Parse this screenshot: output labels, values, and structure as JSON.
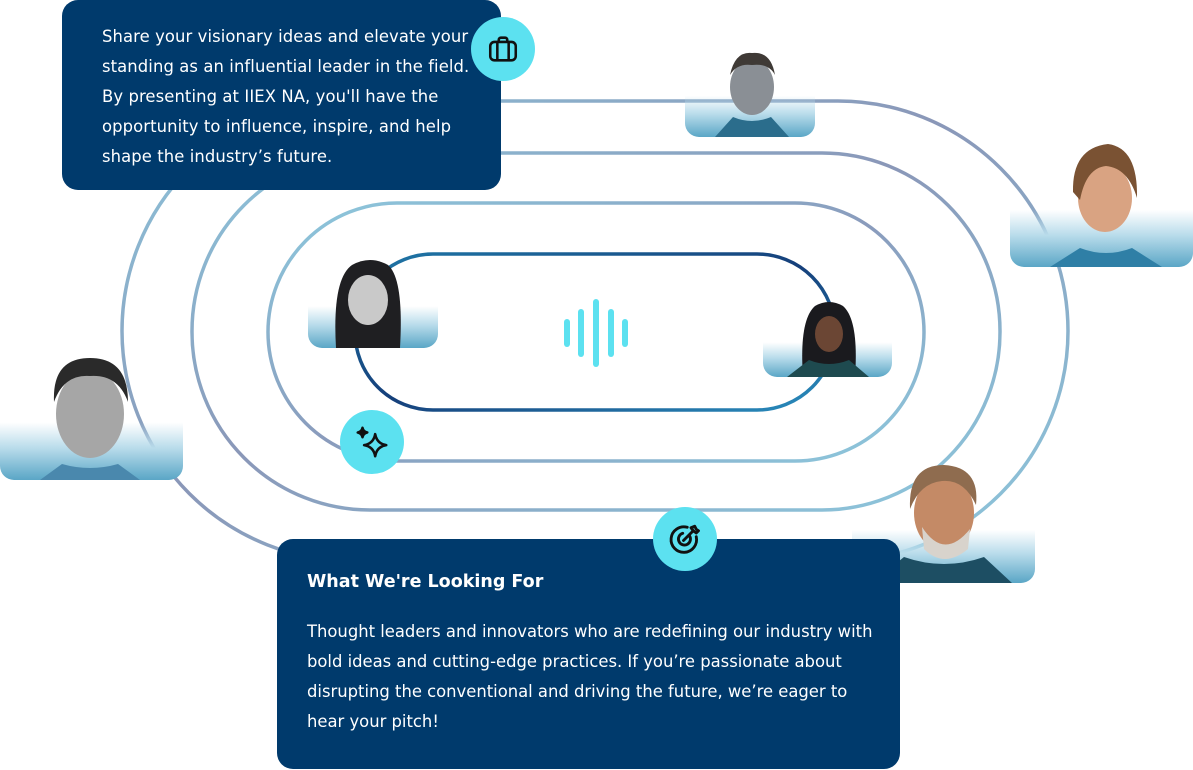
{
  "cards": {
    "intro": {
      "text": "Share your visionary ideas and elevate your standing as an influential leader in the field. By presenting at IIEX NA, you'll have the opportunity to influence, inspire, and help shape the industry’s future."
    },
    "looking_for": {
      "title": "What We're Looking For",
      "text": "Thought leaders and innovators who are redefining our industry with bold ideas and cutting-edge practices. If you’re passionate about disrupting the conventional and driving the future, we’re eager to hear your pitch!"
    }
  },
  "icons": {
    "briefcase": "briefcase-icon",
    "sparkles": "sparkles-icon",
    "target": "target-icon",
    "audio_wave": "audio-wave-icon"
  },
  "speakers": [
    {
      "id": "speaker-man-top",
      "tone": "grayscale"
    },
    {
      "id": "speaker-woman-short-hair",
      "tone": "color"
    },
    {
      "id": "speaker-woman-dark-hair",
      "tone": "grayscale"
    },
    {
      "id": "speaker-woman-center-right",
      "tone": "color"
    },
    {
      "id": "speaker-man-left",
      "tone": "grayscale"
    },
    {
      "id": "speaker-man-beard",
      "tone": "color"
    }
  ],
  "colors": {
    "card_bg": "#003a6c",
    "badge_bg": "#5ce1f0",
    "ring_light": "#8cc6dc",
    "ring_mid": "#8a9dbd",
    "ring_dark": "#1b5f95",
    "wave": "#5ce1f0"
  }
}
